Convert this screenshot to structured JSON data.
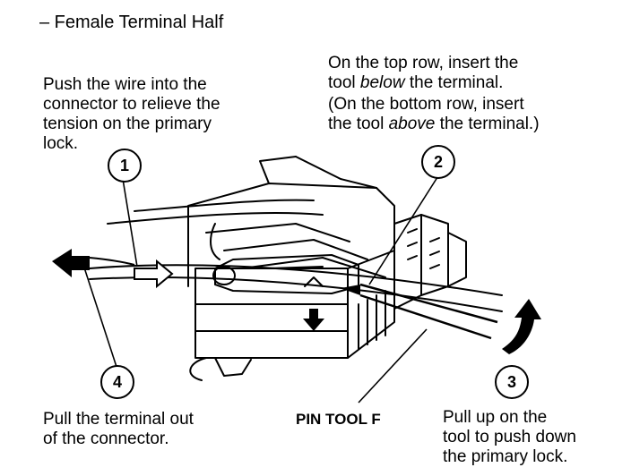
{
  "title": "– Female Terminal Half",
  "steps": [
    {
      "number": "1",
      "lines": [
        "Push the wire into the",
        "connector to relieve the",
        "tension on the primary",
        "lock."
      ]
    },
    {
      "number": "2",
      "lines": [
        "On the top row, insert the",
        "tool below the terminal.",
        "(On the bottom row, insert",
        "the tool above the terminal.)"
      ]
    },
    {
      "number": "3",
      "lines": [
        "Pull up on the",
        "tool to push down",
        "the primary lock."
      ]
    },
    {
      "number": "4",
      "lines": [
        "Pull the terminal out",
        "of the connector."
      ]
    }
  ],
  "tool_label": "PIN TOOL F"
}
